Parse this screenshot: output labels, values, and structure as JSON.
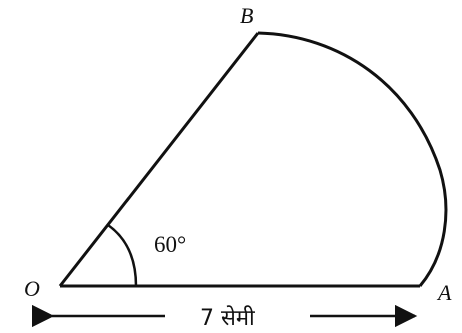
{
  "diagram": {
    "points": {
      "center": "O",
      "arc_start": "A",
      "arc_end": "B"
    },
    "angle_label": "60°",
    "radius_label": "7 सेमी"
  }
}
